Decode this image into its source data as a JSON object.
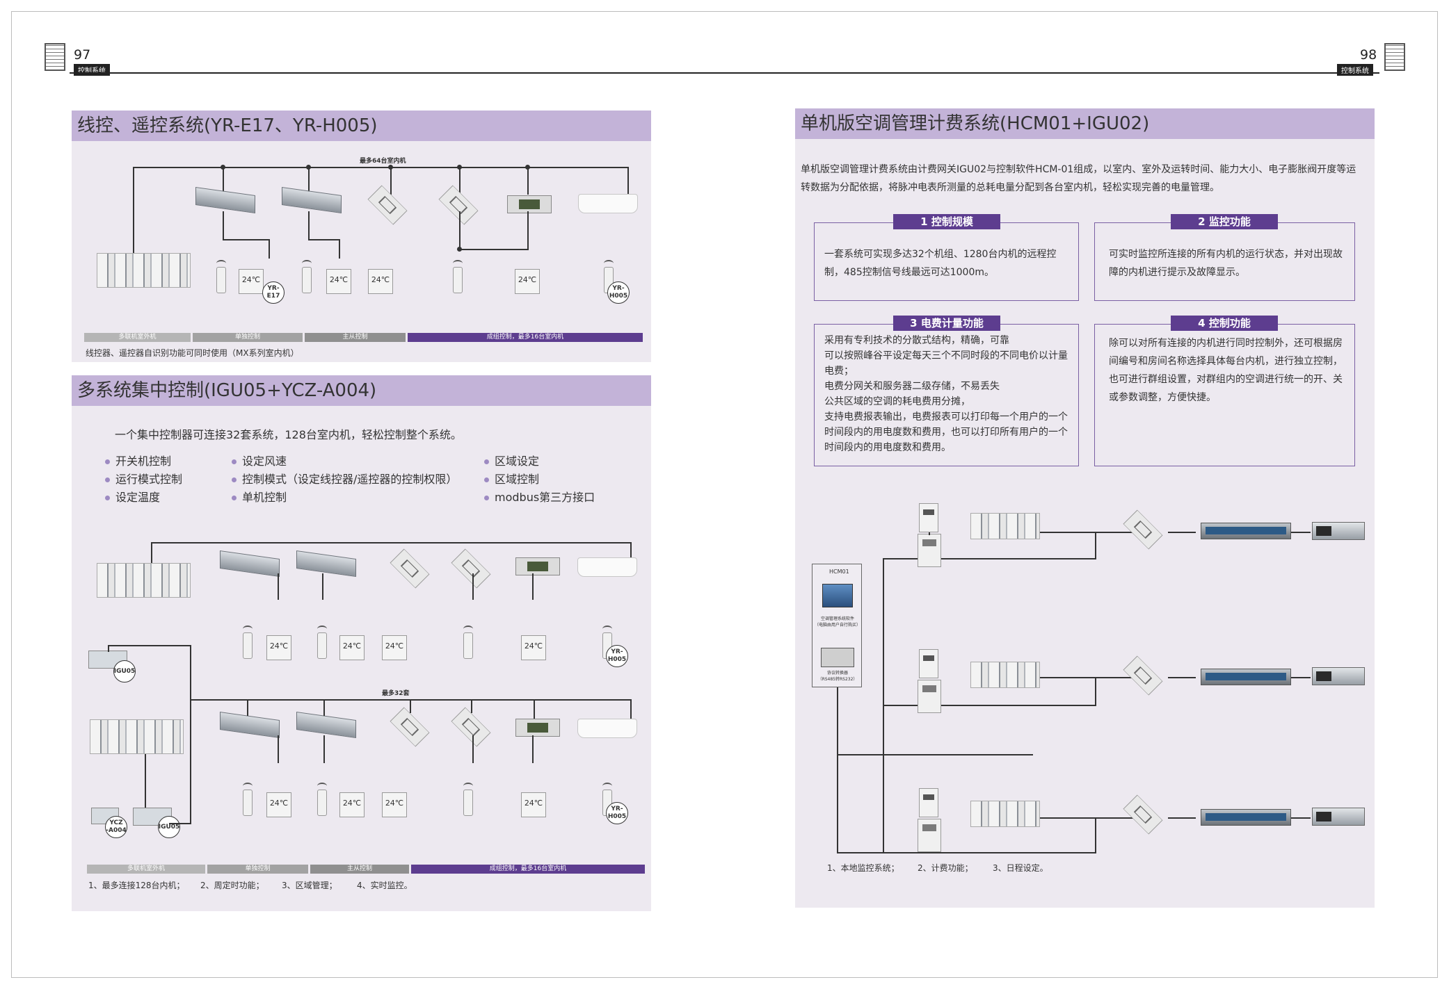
{
  "header": {
    "left_page_num": "97",
    "right_page_num": "98",
    "section_tag": "控制系统"
  },
  "panel1": {
    "title": "线控、遥控系统(YR-E17、YR-H005)",
    "bus_label": "最多64台室内机",
    "badges": {
      "e17": "YR-\nE17",
      "h005": "YR-\nH005"
    },
    "panel_display": "24℃",
    "legend": [
      "多联机室外机",
      "单独控制",
      "主从控制",
      "成组控制，最多16台室内机"
    ],
    "note": "线控器、遥控器自识别功能可同时使用（MX系列室内机）"
  },
  "panel2": {
    "title": "多系统集中控制(IGU05+YCZ-A004)",
    "intro": "一个集中控制器可连接32套系统，128台室内机，轻松控制整个系统。",
    "features_col1": [
      "开关机控制",
      "运行模式控制",
      "设定温度"
    ],
    "features_col2": [
      "设定风速",
      "控制模式（设定线控器/遥控器的控制权限）",
      "单机控制"
    ],
    "features_col3": [
      "区域设定",
      "区域控制",
      "modbus第三方接口"
    ],
    "bus_label": "最多32套",
    "badges": {
      "igu05": "IGU05",
      "ycz": "YCZ\n-A004",
      "h005": "YR-\nH005"
    },
    "panel_display": "24℃",
    "legend": [
      "多联机室外机",
      "单独控制",
      "主从控制",
      "成组控制，最多16台室内机"
    ],
    "notes": [
      "1、最多连接128台内机；",
      "2、周定时功能；",
      "3、区域管理；",
      "4、实时监控。"
    ]
  },
  "panel3": {
    "title": "单机版空调管理计费系统(HCM01+IGU02)",
    "intro": "单机版空调管理计费系统由计费网关IGU02与控制软件HCM-01组成，以室内、室外及运转时间、能力大小、电子膨胀阀开度等运转数据为分配依据，将脉冲电表所测量的总耗电量分配到各台室内机，轻松实现完善的电量管理。",
    "boxes": [
      {
        "title": "1 控制规模",
        "text": "一套系统可实现多达32个机组、1280台内机的远程控制，485控制信号线最远可达1000m。"
      },
      {
        "title": "2 监控功能",
        "text": "可实时监控所连接的所有内机的运行状态，并对出现故障的内机进行提示及故障显示。"
      },
      {
        "title": "3 电费计量功能",
        "text": "采用有专利技术的分散式结构，精确，可靠\n可以按照峰谷平设定每天三个不同时段的不同电价以计量电费；\n电费分网关和服务器二级存储，不易丢失\n公共区域的空调的耗电费用分摊，\n支持电费报表输出，电费报表可以打印每一个用户的一个时间段内的用电度数和费用，也可以打印所有用户的一个时间段内的用电度数和费用。"
      },
      {
        "title": "4 控制功能",
        "text": "除可以对所有连接的内机进行同时控制外，还可根据房间编号和房间名称选择具体每台内机，进行独立控制，也可进行群组设置，对群组内的空调进行统一的开、关或参数调整，方便快捷。"
      }
    ],
    "hcm": {
      "label": "HCM01",
      "software": "空调管理系统软件\n（电脑由用户自行购买）",
      "converter": "协议转换器\n（RS485转RS232）"
    },
    "notes": [
      "1、本地监控系统；",
      "2、计费功能；",
      "3、日程设定。"
    ]
  },
  "colors": {
    "header_bar": "#c3b3d8",
    "panel_bg": "#ede9f0",
    "legend_gray1": "#b5b5b5",
    "legend_gray2": "#a2a2a2",
    "legend_gray3": "#8f8f8f",
    "legend_purple": "#5d3d8f",
    "box_head": "#5d3d8f",
    "bullet": "#9d8ac2"
  },
  "icons": [
    "outdoor-unit-icon",
    "duct-unit-icon",
    "cassette-unit-icon",
    "air-handler-icon",
    "wall-unit-icon",
    "remote-control-icon",
    "wired-controller-icon",
    "gateway-icon",
    "meter-icon",
    "computer-icon"
  ]
}
